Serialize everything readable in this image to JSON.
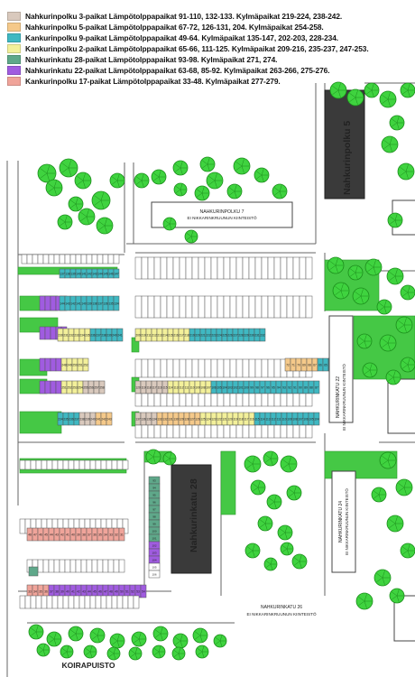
{
  "legend": [
    {
      "text": "Nahkurinpolku 3-paikat Lämpötolppapaikat 91-110, 132-133. Kylmäpaikat  219-224, 238-242.",
      "color": "#d9c9bd"
    },
    {
      "text": "Nahkurinpolku 5-paikat Lämpötolppapaikat 67-72, 126-131, 204. Kylmäpaikat 254-258.",
      "color": "#f5c98a"
    },
    {
      "text": "Kankurinpolku 9-paikat Lämpötolppapaikat 49-64. Kylmäpaikat 135-147, 202-203, 228-234.",
      "color": "#3fb8c2"
    },
    {
      "text": "Kankurinpolku 2-paikat Lämpötolppapaikat 65-66, 111-125. Kylmäpaikat 209-216, 235-237, 247-253.",
      "color": "#f3f09a"
    },
    {
      "text": "Nahkurinkatu 28-paikat Lämpötolppapaikat  93-98. Kylmäpaikat 271, 274.",
      "color": "#5fa88a"
    },
    {
      "text": "Nahkurinkatu 22-paikat Lämpötolppapaikat 63-68, 85-92. Kylmäpaikat 263-266, 275-276.",
      "color": "#a05ce0"
    },
    {
      "text": "Kankurinpolku 17-paikat Lämpötolppapaikat 33-48. Kylmäpaikat 277-279.",
      "color": "#f0a49a"
    }
  ],
  "colors": {
    "tree": "#3fd33f",
    "grass": "#44cc44",
    "building": "#3a3a3a",
    "outline": "#555555",
    "purple": "#8a60e0"
  },
  "buildings": {
    "nahkurinpolku5": "Nahkurinpolku 5",
    "nahkurinkatu28": "Nahkurinkatu 28",
    "np7_title": "NAHKURINPOLKU 7",
    "np7_sub": "EI NIKKARINKRUUNUN KIINTEISTÖ",
    "nk22_title": "NAHKURINKATU 22",
    "nk22_sub": "EI NIKKARINKRUUNUN KIINTEISTÖ",
    "nk24_title": "NAHKURINKATU 24",
    "nk24_sub": "EI NIKKARINKRUUNUN KIINTEISTÖ",
    "nk26_title": "NAHKURINKATU 26",
    "nk26_sub": "EI NIKKARINKRUUNUN KIINTEISTÖ"
  },
  "koirapuisto": "KOIRAPUISTO"
}
